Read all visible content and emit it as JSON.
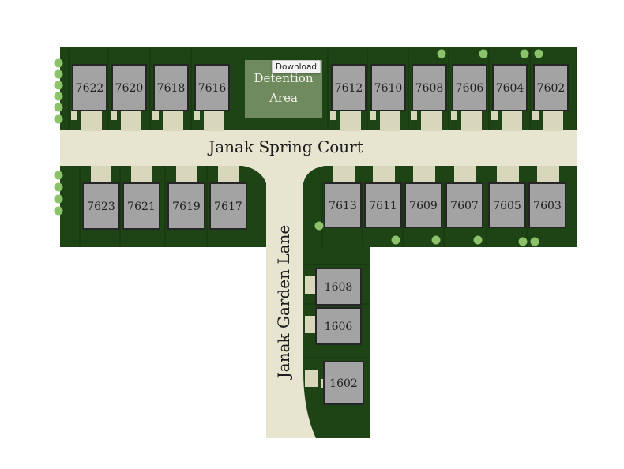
{
  "colors": {
    "grass": "#1e4315",
    "grass_line": "#17350f",
    "road": "#e7e4d0",
    "driveway": "#d8d7bb",
    "lot": "#a3a3a3",
    "lot_border": "#262626",
    "detention": "#6f8a5c",
    "tree": "#8cc26a",
    "background": "#ffffff"
  },
  "detention": {
    "line1": "Detention",
    "line2": "Area"
  },
  "streets": {
    "spring_court": "Janak Spring Court",
    "garden_lane": "Janak Garden Lane"
  },
  "download": {
    "label": "Download"
  },
  "lots": {
    "north": [
      "7622",
      "7620",
      "7618",
      "7616",
      "7612",
      "7610",
      "7608",
      "7606",
      "7604",
      "7602"
    ],
    "south_west": [
      "7623",
      "7621",
      "7619",
      "7617"
    ],
    "south_east": [
      "7613",
      "7611",
      "7609",
      "7607",
      "7605",
      "7603"
    ],
    "lane": [
      "1608",
      "1606",
      "1602"
    ]
  }
}
